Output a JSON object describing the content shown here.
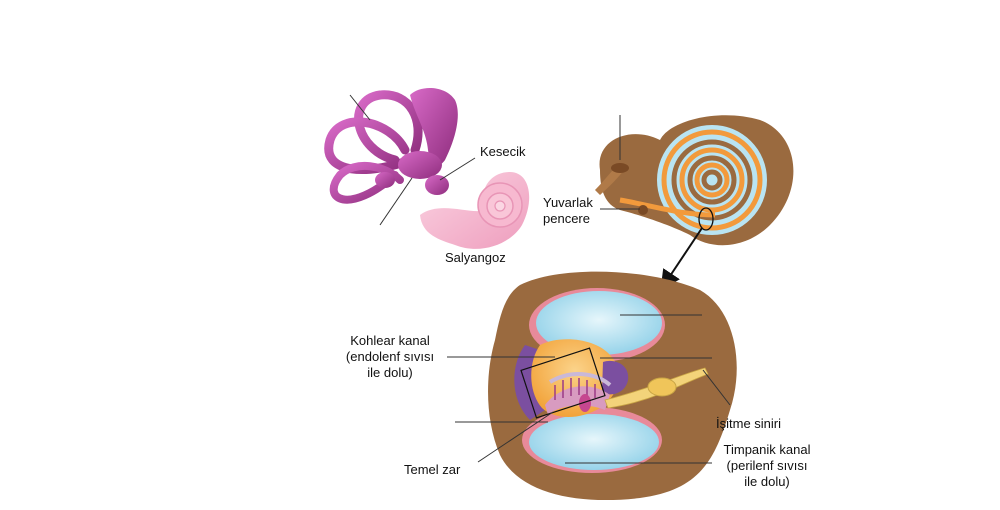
{
  "labels": {
    "kesecik": "Kesecik",
    "salyangoz": "Salyangoz",
    "yuvarlak_1": "Yuvarlak",
    "yuvarlak_2": "pencere",
    "kohlear_1": "Kohlear kanal",
    "kohlear_2": "(endolenf sıvısı",
    "kohlear_3": "ile dolu)",
    "isitme": "İşitme siniri",
    "temel": "Temel zar",
    "timpanik_1": "Timpanik kanal",
    "timpanik_2": "(perilenf sıvısı",
    "timpanik_3": "ile dolu)"
  },
  "colors": {
    "labyrinth": "#b5489f",
    "cochlea_pink": "#f3a9c4",
    "bone_brown": "#9a6a3f",
    "perilymph_blue": "#b9e4f2",
    "endolymph_orange": "#f6b04a",
    "membrane_purple": "#7b4fa0",
    "nerve_yellow": "#f3d37a",
    "arrow": "#111111"
  }
}
